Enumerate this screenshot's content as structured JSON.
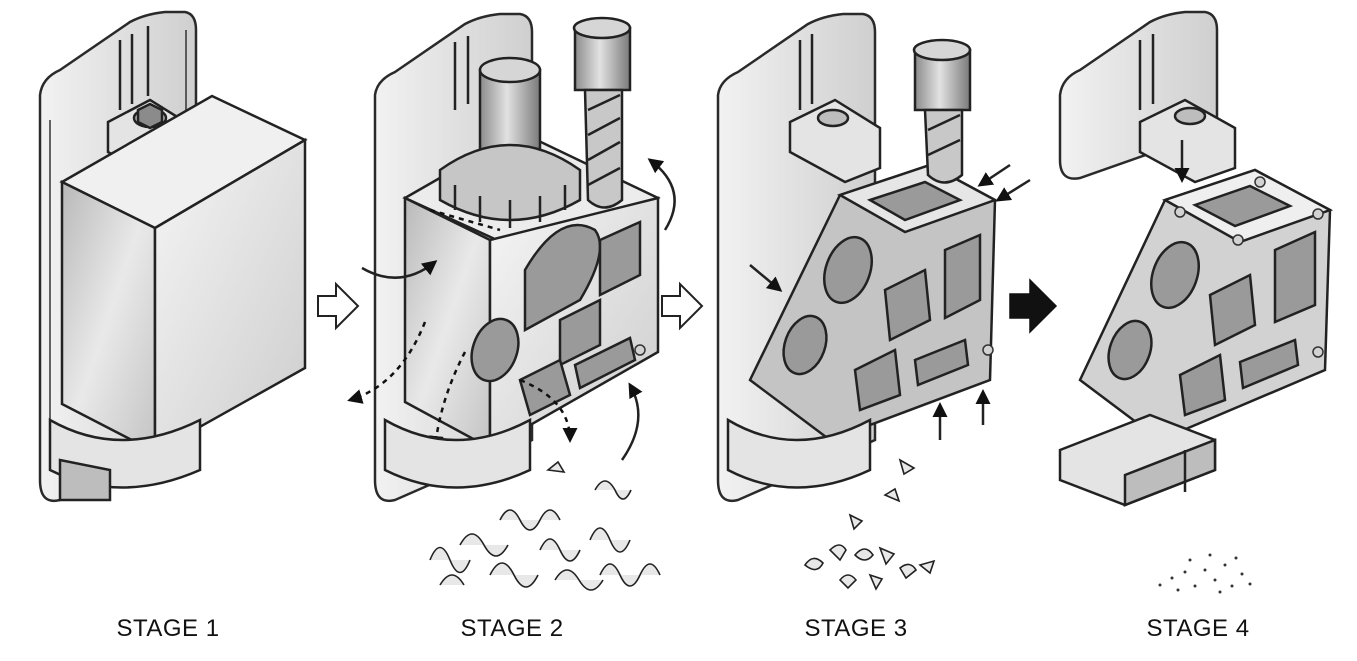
{
  "stages": [
    {
      "id": "stage-1",
      "label": "STAGE 1"
    },
    {
      "id": "stage-2",
      "label": "STAGE 2"
    },
    {
      "id": "stage-3",
      "label": "STAGE 3"
    },
    {
      "id": "stage-4",
      "label": "STAGE 4"
    }
  ],
  "transitions": [
    {
      "from": "stage-1",
      "to": "stage-2",
      "style": "outline-arrow"
    },
    {
      "from": "stage-2",
      "to": "stage-3",
      "style": "outline-arrow"
    },
    {
      "from": "stage-3",
      "to": "stage-4",
      "style": "solid-arrow"
    }
  ],
  "colors": {
    "outline": "#222222",
    "metal_light": "#e4e4e4",
    "metal_mid": "#bdbdbd",
    "metal_dark": "#8b8b8b",
    "background": "#ffffff"
  }
}
